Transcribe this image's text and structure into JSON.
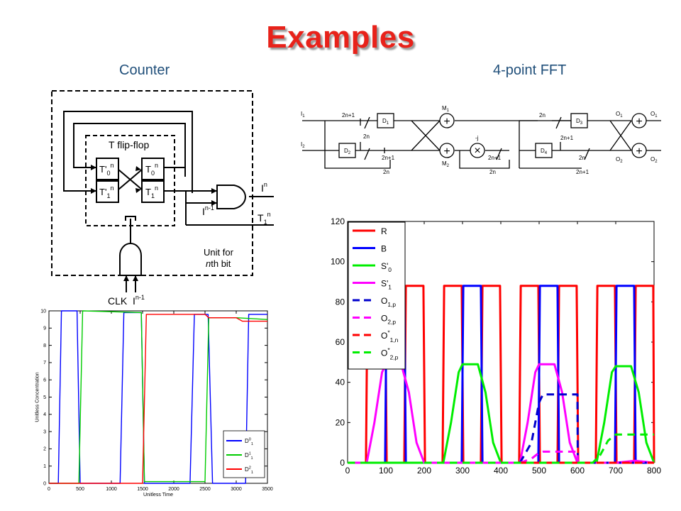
{
  "page": {
    "title": "Examples",
    "left_label": "Counter",
    "right_label": "4-point FFT",
    "accent_color": "#e8221a",
    "label_color": "#1f4e79"
  },
  "counter_circuit": {
    "block_label": "T flip-flop",
    "unit_label_line1": "Unit for",
    "unit_label_line2_italic": "n",
    "unit_label_line2_rest": "th  bit",
    "boxes": [
      {
        "base": "T'",
        "sub": "0",
        "sup": "n"
      },
      {
        "base": "T",
        "sub": "0",
        "sup": "n"
      },
      {
        "base": "T'",
        "sub": "1",
        "sup": "n"
      },
      {
        "base": "T",
        "sub": "1",
        "sup": "n"
      }
    ],
    "and_inputs": {
      "clk": "CLK",
      "in_base": "I",
      "in_sup": "n-1"
    },
    "outputs": {
      "in_base": "I",
      "in_sup": "n",
      "out_base": "T",
      "out_sub": "1",
      "out_sup": "n",
      "prev_base": "I",
      "prev_sup": "n-1"
    }
  },
  "fft_circuit": {
    "inputs": [
      {
        "base": "I",
        "sub": "1"
      },
      {
        "base": "I",
        "sub": "2"
      }
    ],
    "delays": [
      {
        "base": "D",
        "sub": "1"
      },
      {
        "base": "D",
        "sub": "2"
      },
      {
        "base": "D",
        "sub": "3"
      },
      {
        "base": "D",
        "sub": "4"
      }
    ],
    "adders": [
      {
        "base": "M",
        "sub": "1"
      },
      {
        "base": "M",
        "sub": "2"
      }
    ],
    "multiplier_label": "-j",
    "mid_outputs": [
      {
        "base": "O",
        "sub": "1"
      },
      {
        "base": "O",
        "sub": "2"
      }
    ],
    "final_outputs": [
      {
        "base": "O",
        "sub": "1"
      },
      {
        "base": "O",
        "sub": "2"
      }
    ],
    "wire_labels": [
      "2n+1",
      "2n",
      "2n+1",
      "2n",
      "2n+1",
      "2n",
      "2n",
      "2n+1",
      "2n",
      "2n+1"
    ]
  },
  "chart_data": [
    {
      "type": "line",
      "xlabel": "Unitless Time",
      "ylabel": "Unitless Concentration",
      "xlim": [
        0,
        3500
      ],
      "ylim": [
        0,
        10
      ],
      "xticks": [
        "0",
        "500",
        "1000",
        "1500",
        "2000",
        "2500",
        "3000",
        "3500"
      ],
      "yticks": [
        "0",
        "1",
        "2",
        "3",
        "4",
        "5",
        "6",
        "7",
        "8",
        "9",
        "10"
      ],
      "grid": false,
      "legend_position": "bottom-right",
      "series": [
        {
          "name": "D⁰₁",
          "label_base": "D",
          "label_sup": "0",
          "label_sub": "1",
          "color": "#0000ff",
          "x": [
            0,
            150,
            200,
            450,
            500,
            1140,
            1200,
            1480,
            1530,
            2260,
            2330,
            2550,
            2620,
            3050,
            3100,
            3150,
            3200,
            3500
          ],
          "y": [
            0,
            0,
            10,
            10,
            0,
            0,
            9.9,
            9.9,
            0,
            0,
            9.8,
            9.8,
            0,
            0,
            0,
            0,
            9.8,
            9.8
          ]
        },
        {
          "name": "D¹₁",
          "label_base": "D",
          "label_sup": "1",
          "label_sub": "1",
          "color": "#00cc00",
          "x": [
            0,
            480,
            540,
            1480,
            1530,
            2200,
            2500,
            2560,
            3000,
            3500
          ],
          "y": [
            0,
            0,
            10,
            9.9,
            0.1,
            0.1,
            0.1,
            9.6,
            9.6,
            9.5
          ]
        },
        {
          "name": "D²₁",
          "label_base": "D",
          "label_sup": "2",
          "label_sub": "1",
          "color": "#ff0000",
          "x": [
            0,
            1500,
            1560,
            2500,
            2560,
            3000,
            3100,
            3500
          ],
          "y": [
            0,
            0,
            9.8,
            9.8,
            9.6,
            9.6,
            9.4,
            9.4
          ]
        }
      ]
    },
    {
      "type": "line",
      "xlabel": "",
      "ylabel": "",
      "xlim": [
        0,
        800
      ],
      "ylim": [
        0,
        120
      ],
      "xticks": [
        "0",
        "100",
        "200",
        "300",
        "400",
        "500",
        "600",
        "700",
        "800"
      ],
      "yticks": [
        "0",
        "20",
        "40",
        "60",
        "80",
        "100",
        "120"
      ],
      "grid": false,
      "legend_position": "top-left",
      "series": [
        {
          "name": "R",
          "label_base": "R",
          "color": "#ff0000",
          "dash": "solid",
          "x": [
            0,
            48,
            52,
            98,
            102,
            148,
            152,
            198,
            202,
            248,
            252,
            298,
            302,
            348,
            352,
            398,
            402,
            448,
            452,
            498,
            502,
            548,
            552,
            598,
            602,
            648,
            652,
            698,
            702,
            748,
            752,
            798,
            800
          ],
          "y": [
            0,
            0,
            88,
            88,
            0,
            0,
            88,
            88,
            0,
            0,
            88,
            88,
            0,
            0,
            88,
            88,
            0,
            0,
            88,
            88,
            0,
            0,
            88,
            88,
            0,
            0,
            88,
            88,
            0,
            0,
            88,
            88,
            0
          ]
        },
        {
          "name": "B",
          "label_base": "B",
          "color": "#0000ff",
          "dash": "solid",
          "x": [
            0,
            98,
            102,
            148,
            152,
            298,
            302,
            348,
            352,
            498,
            502,
            548,
            552,
            698,
            702,
            748,
            752,
            800
          ],
          "y": [
            0,
            0,
            88,
            88,
            0,
            0,
            88,
            88,
            0,
            0,
            88,
            88,
            0,
            0,
            88,
            88,
            0,
            0
          ]
        },
        {
          "name": "S'0",
          "label_base": "S'",
          "label_sub": "0",
          "color": "#00ee00",
          "dash": "solid",
          "x": [
            0,
            250,
            270,
            290,
            300,
            340,
            360,
            380,
            400,
            650,
            670,
            690,
            700,
            740,
            760,
            780,
            800
          ],
          "y": [
            0,
            0,
            20,
            45,
            49,
            49,
            35,
            10,
            0,
            0,
            20,
            45,
            48,
            48,
            35,
            10,
            0
          ]
        },
        {
          "name": "S'1",
          "label_base": "S'",
          "label_sub": "1",
          "color": "#ff00ff",
          "dash": "solid",
          "x": [
            0,
            50,
            70,
            90,
            100,
            140,
            160,
            180,
            200,
            450,
            470,
            490,
            500,
            540,
            560,
            580,
            600,
            700,
            750,
            800
          ],
          "y": [
            0,
            0,
            20,
            45,
            49,
            49,
            35,
            10,
            0,
            0,
            20,
            45,
            49,
            49,
            35,
            10,
            0,
            0,
            1,
            0
          ]
        },
        {
          "name": "O1,p",
          "label_base": "O",
          "label_sub": "1,p",
          "color": "#0000cc",
          "dash": "dashed",
          "x": [
            450,
            480,
            500,
            510,
            600,
            601,
            800
          ],
          "y": [
            0,
            10,
            30,
            34,
            34,
            0,
            0
          ]
        },
        {
          "name": "O2,p",
          "label_base": "O",
          "label_sub": "2,p",
          "color": "#ff00ff",
          "dash": "dashed",
          "x": [
            450,
            480,
            500,
            510,
            600,
            601,
            800
          ],
          "y": [
            0,
            2,
            5,
            5.5,
            5.5,
            0,
            0
          ]
        },
        {
          "name": "O*1,n",
          "label_base": "O",
          "label_sup": "*",
          "label_sub": "1,n",
          "color": "#ff0000",
          "dash": "dashed",
          "x": [
            450,
            800
          ],
          "y": [
            0,
            0
          ]
        },
        {
          "name": "O*2,p",
          "label_base": "O",
          "label_sup": "*",
          "label_sub": "2,p",
          "color": "#00ee00",
          "dash": "dashed",
          "x": [
            0,
            640,
            660,
            680,
            700,
            800
          ],
          "y": [
            0,
            0,
            4,
            11,
            14,
            14
          ]
        }
      ]
    }
  ]
}
